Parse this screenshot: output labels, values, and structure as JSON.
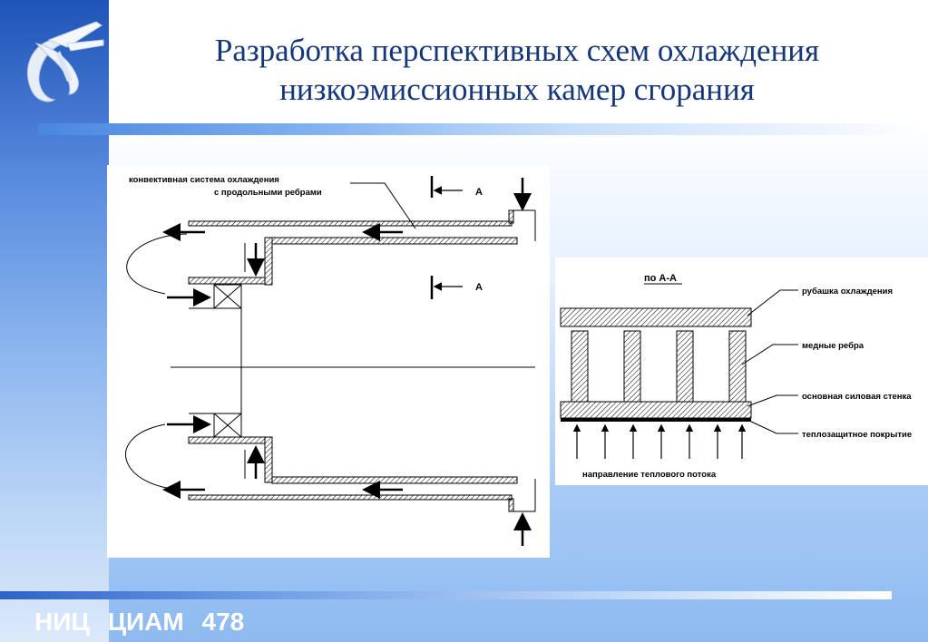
{
  "slide": {
    "title_line1": "Разработка перспективных схем охлаждения",
    "title_line2": "низкоэмиссионных камер сгорания"
  },
  "footer": {
    "org1": "НИЦ",
    "org2": "ЦИАМ",
    "page_number": "478"
  },
  "left_diagram": {
    "label_line1": "конвективная система охлаждения",
    "label_line2": "с продольными ребрами",
    "section_marker_top": "А",
    "section_marker_mid": "А"
  },
  "right_diagram": {
    "section_title": "по А-А",
    "label_jacket": "рубашка охлаждения",
    "label_ribs": "медные ребра",
    "label_wall": "основная силовая стенка",
    "label_coating": "теплозащитное покрытие",
    "label_flow": "направление теплового потока"
  },
  "colors": {
    "title": "#16367a",
    "sidebar_top": "#1f54b8",
    "footer_text": "#ffffff"
  }
}
